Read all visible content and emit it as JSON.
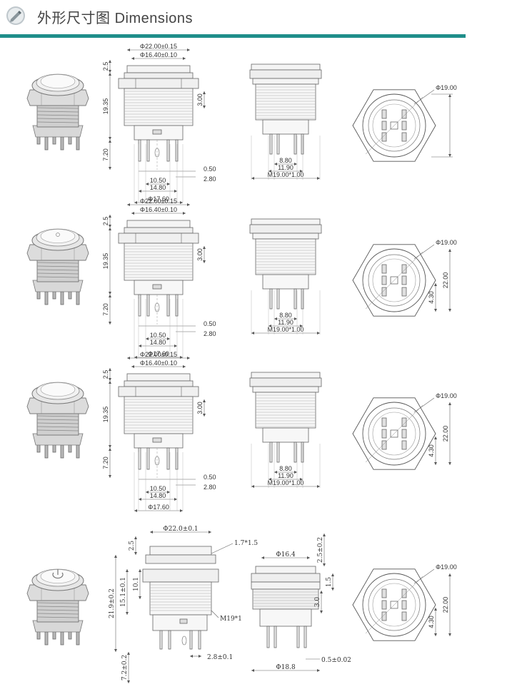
{
  "header": {
    "title_cn": "外形尺寸图",
    "title_en": "Dimensions",
    "accent_color": "#1f8e8a",
    "icon": "pencil-badge-icon"
  },
  "rows": [
    {
      "front": {
        "outer_dia": "Φ22.00±0.15",
        "cap_dia": "Φ16.40±0.10",
        "body_dia": "Φ17.60",
        "cap_h": "2.5",
        "body_h": "19.35",
        "thread_h": "3.00",
        "pin_h": "7.20",
        "pin_w": "0.50",
        "pin_pitch_a": "2.80",
        "pin_span_1": "10.50",
        "pin_span_2": "14.80"
      },
      "side": {
        "pin_a": "8.80",
        "pin_b": "11.90",
        "thread": "M19.00*1.00"
      },
      "top": {
        "dia": "Φ19.00"
      }
    },
    {
      "front": {
        "outer_dia": "Φ22.00±0.15",
        "cap_dia": "Φ16.40±0.10",
        "body_dia": "Φ17.60",
        "cap_h": "2.5",
        "body_h": "19.35",
        "thread_h": "3.00",
        "pin_h": "7.20",
        "pin_w": "0.50",
        "pin_pitch_a": "2.80",
        "pin_span_1": "10.50",
        "pin_span_2": "14.80"
      },
      "side": {
        "pin_a": "8.80",
        "pin_b": "11.90",
        "thread": "M19.00*1.00"
      },
      "top": {
        "dia": "Φ19.00",
        "height": "22.00",
        "offset": "4.30"
      }
    },
    {
      "front": {
        "outer_dia": "Φ22.00±0.15",
        "cap_dia": "Φ16.40±0.10",
        "body_dia": "Φ17.60",
        "cap_h": "2.5",
        "body_h": "19.35",
        "thread_h": "3.00",
        "pin_h": "7.20",
        "pin_w": "0.50",
        "pin_pitch_a": "2.80",
        "pin_span_1": "10.50",
        "pin_span_2": "14.80"
      },
      "side": {
        "pin_a": "8.80",
        "pin_b": "11.90",
        "thread": "M19.00*1.00"
      },
      "top": {
        "dia": "Φ19.00",
        "height": "22.00",
        "offset": "4.30"
      }
    }
  ],
  "row4": {
    "front": {
      "outer_dia": "Φ22.0±0.1",
      "chamfer": "1.7*1.5",
      "cap_h": "2.5",
      "total_h": "21.9±0.2",
      "body_h": "15.1±0.1",
      "mid_h": "10.1",
      "thread": "M19*1",
      "pin_pitch": "2.8±0.1",
      "pin_h": "7.2±0.2"
    },
    "side": {
      "cap_dia": "Φ16.4",
      "cap_h": "2.5±0.2",
      "nut_h": "1.5",
      "body_h": "3.0",
      "base_dia": "Φ18.8",
      "pin_w": "0.5±0.02"
    },
    "top": {
      "dia": "Φ19.00",
      "height": "22.00",
      "offset": "4.30"
    }
  }
}
